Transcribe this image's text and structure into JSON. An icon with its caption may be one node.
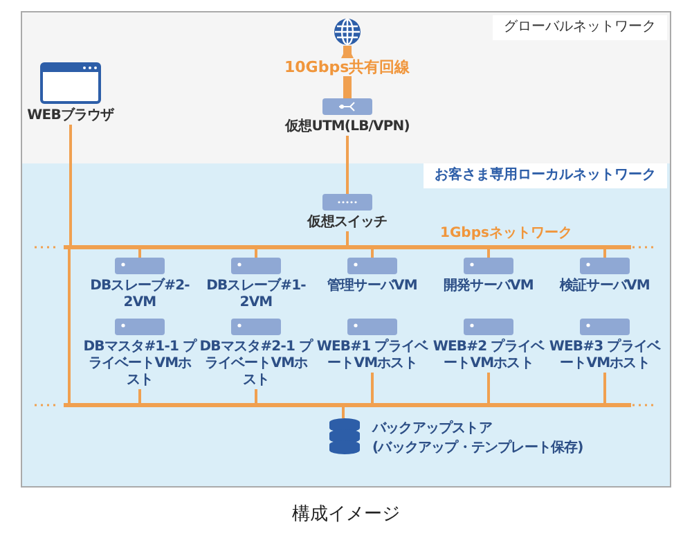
{
  "diagram": {
    "caption": "構成イメージ",
    "nodes": [
      {
        "text": [
          "グローバルネットワーク"
        ]
      },
      {
        "text": [
          "お客さま専用ローカルネットワーク"
        ]
      },
      {
        "text": [],
        "shape": "circle",
        "in": 0
      },
      {
        "text": [
          "WEBブラウザ"
        ],
        "in": 0
      },
      {
        "text": [
          "仮想UTM(LB/VPN)"
        ],
        "in": 0
      },
      {
        "text": [
          "仮想スイッチ"
        ],
        "in": 1
      },
      {
        "text": [],
        "shape": "bar",
        "beside": [
          "1Gbpsネットワーク"
        ],
        "in": 1
      },
      {
        "text": [
          "DBスレーブ#2-2VM"
        ],
        "in": 1
      },
      {
        "text": [
          "DBスレーブ#1-2VM"
        ],
        "in": 1
      },
      {
        "text": [
          "管理サーバVM"
        ],
        "in": 1
      },
      {
        "text": [
          "開発サーバVM"
        ],
        "in": 1
      },
      {
        "text": [
          "検証サーバVM"
        ],
        "in": 1
      },
      {
        "text": [
          "DBマスタ#1-1 プライベートVMホスト"
        ],
        "in": 1
      },
      {
        "text": [
          "DBマスタ#2-1 プライベートVMホスト"
        ],
        "in": 1
      },
      {
        "text": [
          "WEB#1 プライベートVMホスト"
        ],
        "in": 1
      },
      {
        "text": [
          "WEB#2 プライベートVMホスト"
        ],
        "in": 1
      },
      {
        "text": [
          "WEB#3 プライベートVMホスト"
        ],
        "in": 1
      },
      {
        "text": [],
        "shape": "bar",
        "in": 1
      },
      {
        "text": [
          "バックアップストア",
          "(バックアップ・テンプレート保存)"
        ],
        "in": 1
      }
    ],
    "edges": [
      {
        "from": 4,
        "to": 2,
        "arrow": "to",
        "label": "10Gbps共有回線",
        "style": "thick"
      },
      {
        "from": 3,
        "to": 6,
        "arrow": "none"
      },
      {
        "from": 6,
        "to": 17,
        "arrow": "none"
      },
      {
        "from": 4,
        "to": 5,
        "arrow": "none"
      },
      {
        "from": 5,
        "to": 6,
        "arrow": "none"
      },
      {
        "from": 6,
        "to": 7,
        "arrow": "none"
      },
      {
        "from": 6,
        "to": 8,
        "arrow": "none"
      },
      {
        "from": 6,
        "to": 9,
        "arrow": "none"
      },
      {
        "from": 6,
        "to": 10,
        "arrow": "none"
      },
      {
        "from": 6,
        "to": 11,
        "arrow": "none"
      },
      {
        "from": 12,
        "to": 17,
        "arrow": "none"
      },
      {
        "from": 13,
        "to": 17,
        "arrow": "none"
      },
      {
        "from": 14,
        "to": 17,
        "arrow": "none"
      },
      {
        "from": 15,
        "to": 17,
        "arrow": "none"
      },
      {
        "from": 16,
        "to": 17,
        "arrow": "none"
      },
      {
        "from": 17,
        "to": 18,
        "arrow": "none"
      }
    ]
  }
}
